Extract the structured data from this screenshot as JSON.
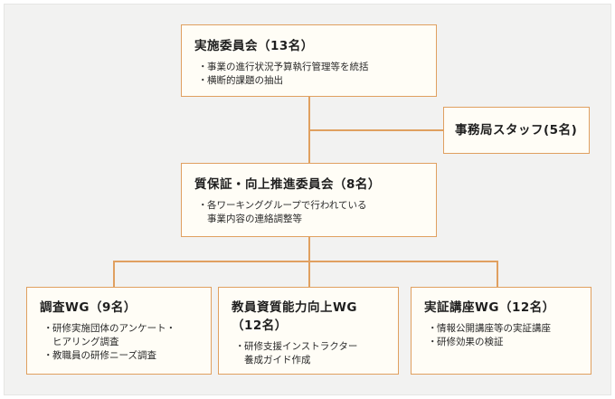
{
  "nodes": {
    "implementation_committee": {
      "title": "実施委員会（13名）",
      "items": [
        "事業の進行状況予算執行管理等を統括",
        "横断的課題の抽出"
      ]
    },
    "secretariat": {
      "title": "事務局スタッフ(5名)"
    },
    "qa_committee": {
      "title": "質保証・向上推進委員会（8名）",
      "items": [
        "各ワーキンググループで行われている\n事業内容の連絡調整等"
      ]
    },
    "survey_wg": {
      "title": "調査WG（9名）",
      "items": [
        "研修実施団体のアンケート・\nヒアリング調査",
        "教職員の研修ニーズ調査"
      ]
    },
    "faculty_wg": {
      "title": "教員資質能力向上WG\n（12名）",
      "items": [
        "研修支援インストラクター\n養成ガイド作成"
      ]
    },
    "demo_wg": {
      "title": "実証講座WG（12名）",
      "items": [
        "情報公開講座等の実証講座",
        "研修効果の検証"
      ]
    }
  },
  "colors": {
    "accent": "#e0a060",
    "box_fill": "#fffdf6",
    "background": "#f2f2f1"
  }
}
